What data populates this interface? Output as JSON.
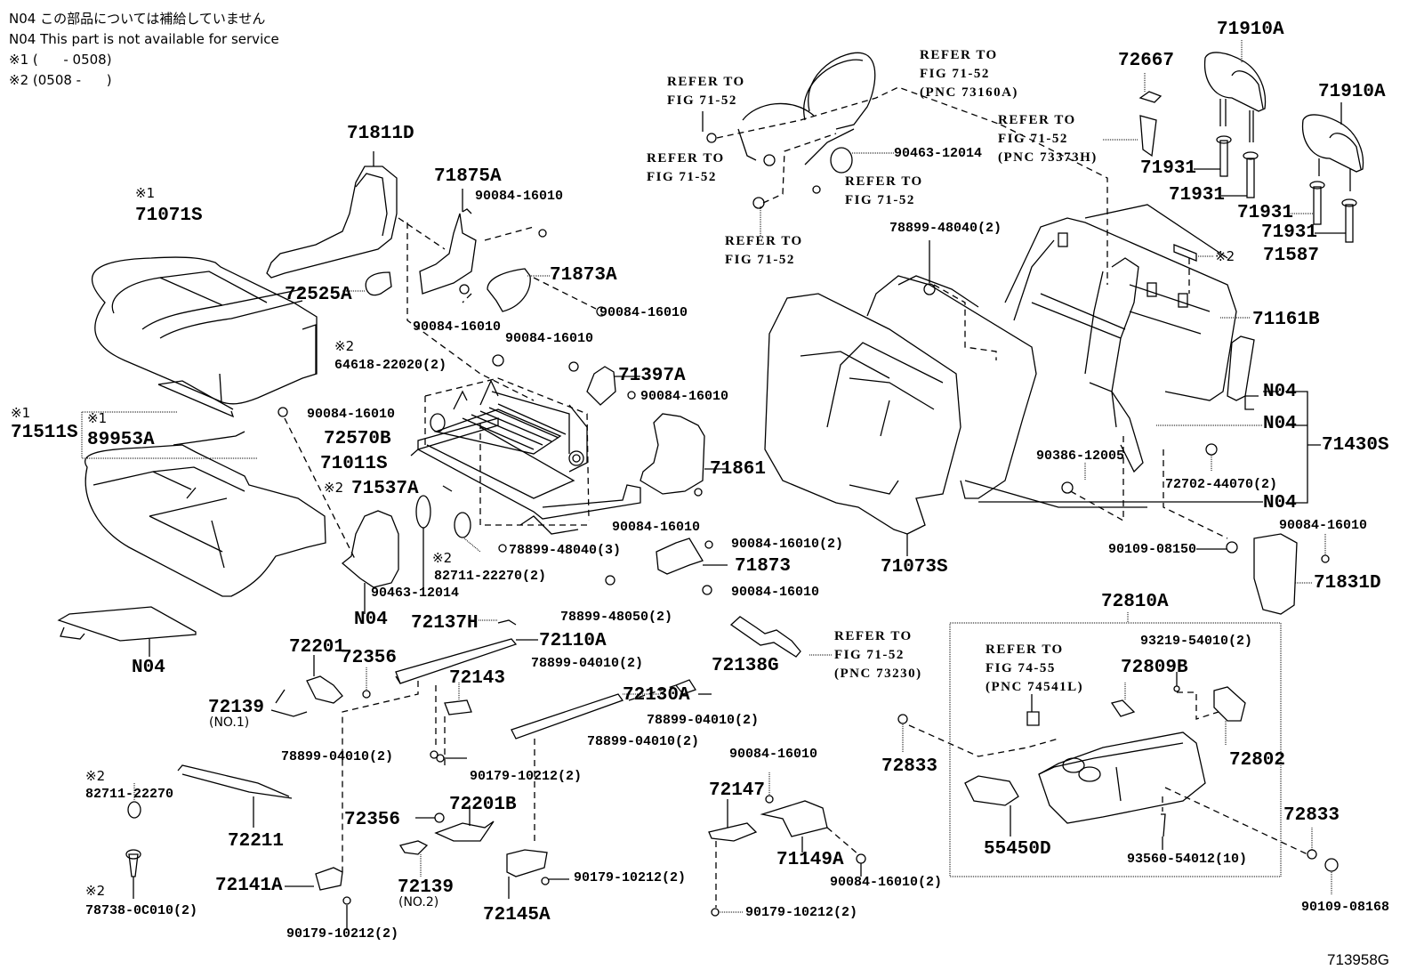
{
  "notes": {
    "n04_jp": "N04 この部品については補給していません",
    "n04_en": "N04 This part is not available for service",
    "mark1": "※1 (      - 0508)",
    "mark2": "※2 (0508 -      )"
  },
  "figure_id": "713958G",
  "marks": {
    "m1": "※1",
    "m2": "※2"
  },
  "labels": {
    "p71811D": "71811D",
    "p71071S": "71071S",
    "p72525A": "72525A",
    "p71875A": "71875A",
    "p90084_a": "90084-16010",
    "p71873A": "71873A",
    "p90084_b": "90084-16010",
    "p90084_c": "90084-16010",
    "p90084_d": "90084-16010",
    "p64618": "64618-22020(2)",
    "p71397A": "71397A",
    "p90084_e": "90084-16010",
    "p71511S": "71511S",
    "p89953A": "89953A",
    "p90084_f": "90084-16010",
    "p72570B": "72570B",
    "p71011S": "71011S",
    "p71537A": "71537A",
    "p71861": "71861",
    "p90084_g": "90084-16010",
    "p82711_a": "82711-22270(2)",
    "p90463_a": "90463-12014",
    "p78899_48040_3": "78899-48040(3)",
    "p90084_h": "90084-16010(2)",
    "p71873": "71873",
    "p90084_i": "90084-16010",
    "p78899_48050": "78899-48050(2)",
    "pN04_a": "N04",
    "pN04_b": "N04",
    "p72137H": "72137H",
    "p72110A": "72110A",
    "p72201": "72201",
    "p72356_a": "72356",
    "p78899_04010_a": "78899-04010(2)",
    "p72138G": "72138G",
    "p72143": "72143",
    "p72139_a": "72139",
    "p72139_a_sub": "(NO.1)",
    "p72130A": "72130A",
    "p78899_04010_b": "78899-04010(2)",
    "p78899_04010_c": "78899-04010(2)",
    "p78899_04010_d": "78899-04010(2)",
    "p90179_a": "90179-10212(2)",
    "p82711_b": "82711-22270",
    "p72211": "72211",
    "p72201B": "72201B",
    "p72356_b": "72356",
    "p72141A": "72141A",
    "p72139_b": "72139",
    "p72139_b_sub": "(NO.2)",
    "p78738": "78738-0C010(2)",
    "p90179_b": "90179-10212(2)",
    "p72145A": "72145A",
    "p90179_c": "90179-10212(2)",
    "p72147": "72147",
    "p90084_j": "90084-16010",
    "p71149A": "71149A",
    "p90084_k": "90084-16010(2)",
    "p90179_d": "90179-10212(2)",
    "ref1": "REFER TO\nFIG 71-52",
    "ref2": "REFER TO\nFIG 71-52\n(PNC 73160A)",
    "ref3": "REFER TO\nFIG 71-52",
    "ref4": "REFER TO\nFIG 71-52",
    "ref5": "REFER TO\nFIG 71-52",
    "ref6": "REFER TO\nFIG 71-52\n(PNC 73373H)",
    "ref7": "REFER TO\nFIG 71-52\n(PNC 73230)",
    "ref8": "REFER TO\nFIG 74-55\n(PNC 74541L)",
    "p90463_b": "90463-12014",
    "p78899_48040_2": "78899-48040(2)",
    "p72667": "72667",
    "p71910A_a": "71910A",
    "p71910A_b": "71910A",
    "p71931_a": "71931",
    "p71931_b": "71931",
    "p71931_c": "71931",
    "p71931_d": "71931",
    "p71587": "71587",
    "p71161B": "71161B",
    "pN04_c": "N04",
    "pN04_d": "N04",
    "pN04_e": "N04",
    "p71430S": "71430S",
    "p90386": "90386-12005",
    "p72702": "72702-44070(2)",
    "p90109_a": "90109-08150",
    "p90084_l": "90084-16010",
    "p71831D": "71831D",
    "p71073S": "71073S",
    "p72810A": "72810A",
    "p93219": "93219-54010(2)",
    "p72809B": "72809B",
    "p72802": "72802",
    "p72833_a": "72833",
    "p55450D": "55450D",
    "p93560": "93560-54012(10)",
    "p72833_b": "72833",
    "p90109_b": "90109-08168"
  }
}
